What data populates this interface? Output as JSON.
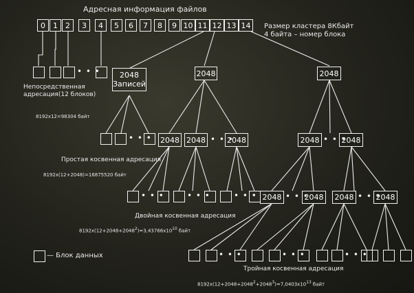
{
  "title": "Адресная информация файлов",
  "indices": [
    "0",
    "1",
    "2",
    "3",
    "4",
    "5",
    "6",
    "7",
    "8",
    "9",
    "10",
    "11",
    "12",
    "13",
    "14"
  ],
  "notes": {
    "cluster": "Размер кластера 8Кбайт",
    "block_num": "4 байта – номер блока"
  },
  "direct": {
    "caption": "Непосредственная\nадресация(12 блоков)",
    "formula": "8192x12=98304  байт"
  },
  "big_box": {
    "l1": "2048",
    "l2": "Записей"
  },
  "box_label": "2048",
  "ellipsis": "• • •",
  "single": {
    "caption": "Простая косвенная адресация",
    "formula": "8192x(12+2048)=16875520 байт"
  },
  "double": {
    "caption": "Двойная косвенная адресация",
    "formula_html": "8192x(12+2048+2048<sup>2</sup>)=3,43766x10<sup>10</sup> байт"
  },
  "triple": {
    "caption": "Тройная косвенная адресация",
    "formula_html": "8192x(12+2048+2048<sup>2</sup>+2048<sup>3</sup>)=7,0403x10<sup>13</sup> байт"
  },
  "legend": "— Блок данных"
}
